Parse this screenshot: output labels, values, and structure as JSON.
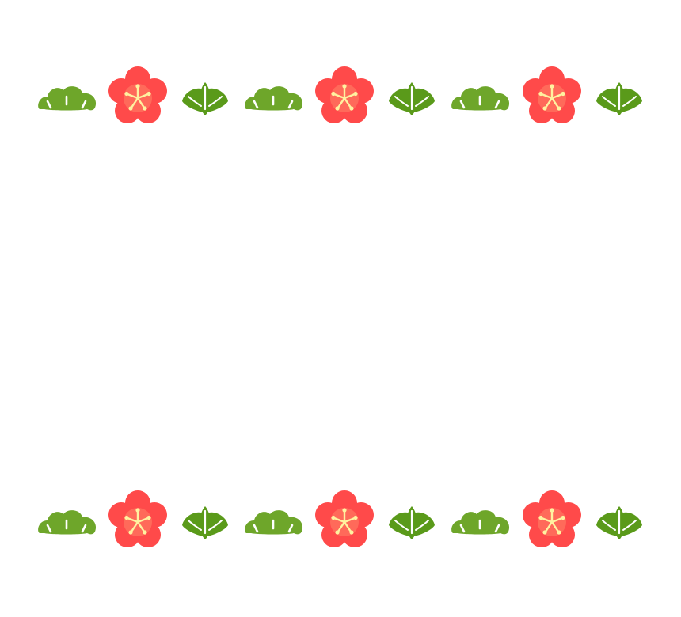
{
  "motif_sequence": [
    "pine-icon",
    "plum-blossom-icon",
    "bamboo-leaf-icon"
  ],
  "repeat_count": 3,
  "rows": [
    "top-border",
    "bottom-border"
  ],
  "colors": {
    "background": "#ffffff",
    "pine": "#6ea62a",
    "bamboo": "#5a9a1a",
    "blossom_outer": "#ff4a4a",
    "blossom_inner": "#ff6a5a",
    "stamen": "#fff2a0"
  }
}
